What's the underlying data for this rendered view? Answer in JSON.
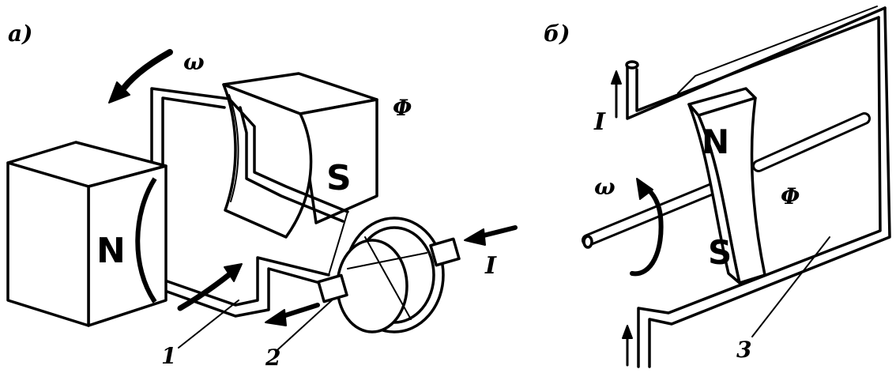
{
  "labels": {
    "panel_a": "а)",
    "panel_b": "б)",
    "omega": "ω",
    "flux": "Φ",
    "current": "I",
    "north": "N",
    "south": "S",
    "coil": "1",
    "brushes": "2",
    "frame": "3"
  }
}
